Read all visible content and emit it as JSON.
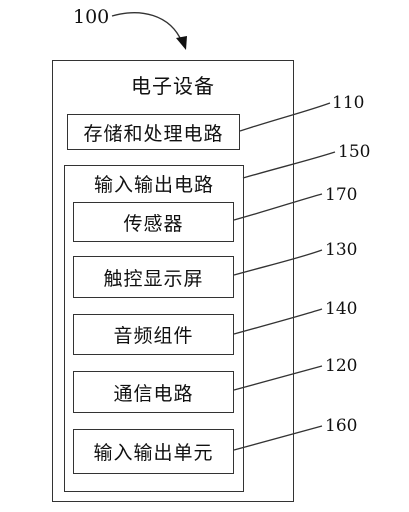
{
  "figure_number": "100",
  "device": {
    "title": "电子设备",
    "ref": ""
  },
  "storage_circuit": {
    "label": "存储和处理电路",
    "ref": "110"
  },
  "io_circuit": {
    "title": "输入输出电路",
    "ref": "150",
    "components": [
      {
        "label": "传感器",
        "ref": "170"
      },
      {
        "label": "触控显示屏",
        "ref": "130"
      },
      {
        "label": "音频组件",
        "ref": "140"
      },
      {
        "label": "通信电路",
        "ref": "120"
      },
      {
        "label": "输入输出单元",
        "ref": "160"
      }
    ]
  },
  "colors": {
    "line": "#333333",
    "text": "#111111"
  }
}
